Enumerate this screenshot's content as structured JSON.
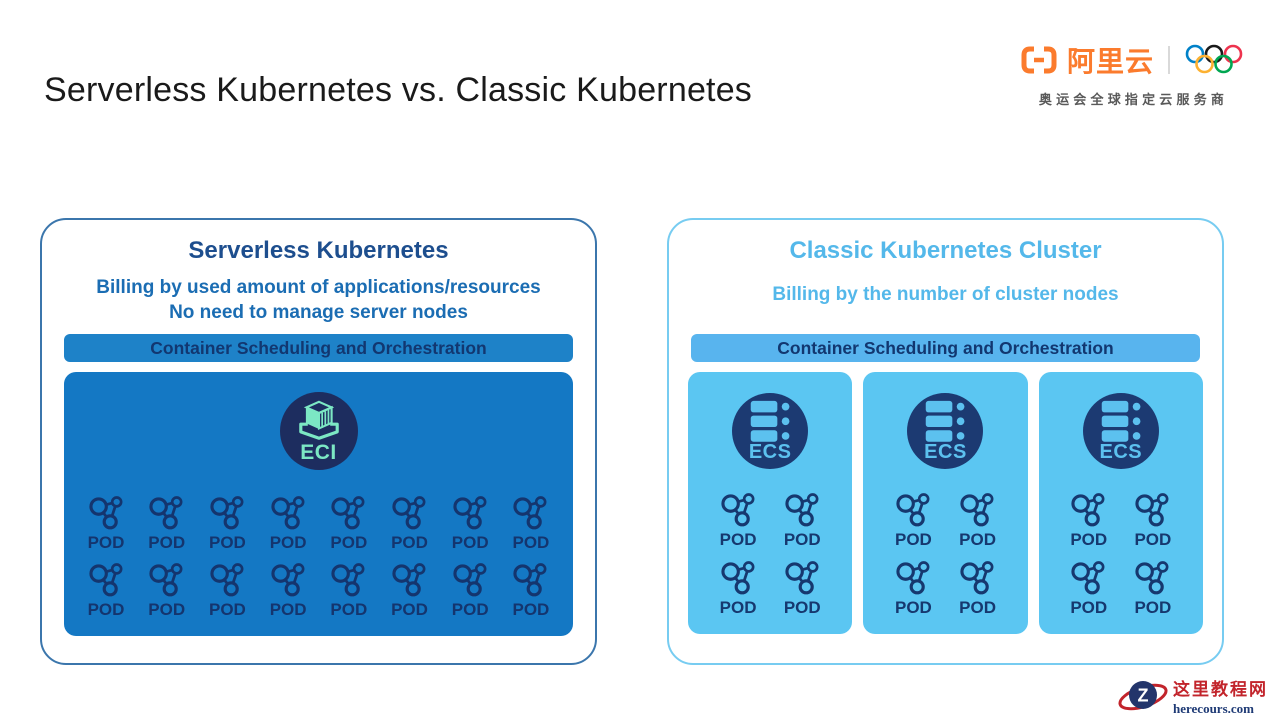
{
  "page": {
    "title": "Serverless Kubernetes vs. Classic Kubernetes"
  },
  "brand": {
    "logo_text": "阿里云",
    "tagline": "奥运会全球指定云服务商",
    "orange": "#fb7b2d",
    "olympic_ring_colors": [
      "#0081c8",
      "#1a1a1a",
      "#ee334e",
      "#fcb131",
      "#00a651"
    ]
  },
  "left_panel": {
    "title": "Serverless Kubernetes",
    "subtitle_line1": "Billing by used amount of applications/resources",
    "subtitle_line2": "No need to manage server nodes",
    "bar_label": "Container Scheduling and Orchestration",
    "eci_label": "ECI",
    "pod_label": "POD",
    "pod_rows": 2,
    "pods_per_row": 8,
    "colors": {
      "border": "#3b76ac",
      "title": "#1d4e8e",
      "subtitle": "#1b6db3",
      "bar_bg": "#1e82c8",
      "box_bg": "#1478c4",
      "circle_bg": "#1d2d5f",
      "accent_mint": "#7ce8c4",
      "pod_ink": "#14356e"
    }
  },
  "right_panel": {
    "title": "Classic Kubernetes Cluster",
    "subtitle": "Billing by the number of cluster nodes",
    "bar_label": "Container Scheduling and Orchestration",
    "node_count": 3,
    "ecs_label": "ECS",
    "pod_label": "POD",
    "pods_per_node": 4,
    "colors": {
      "border": "#77ccf1",
      "title": "#54b8ea",
      "bar_bg": "#58b4ee",
      "box_bg": "#5bc6f2",
      "circle_bg": "#1c3a72",
      "accent_lightblue": "#5cc1ef",
      "pod_ink": "#16386f"
    }
  },
  "watermark": {
    "site_name": "这里教程网",
    "site_url": "herecours.com",
    "red": "#c2242b",
    "navy": "#1e3a75"
  },
  "icons": {
    "brand": "alibaba-cloud-brackets",
    "rings": "olympic-rings",
    "eci": "container-cube-on-tray",
    "ecs": "server-stack",
    "pod": "pod-molecule",
    "watermark": "z-globe-orbit"
  }
}
